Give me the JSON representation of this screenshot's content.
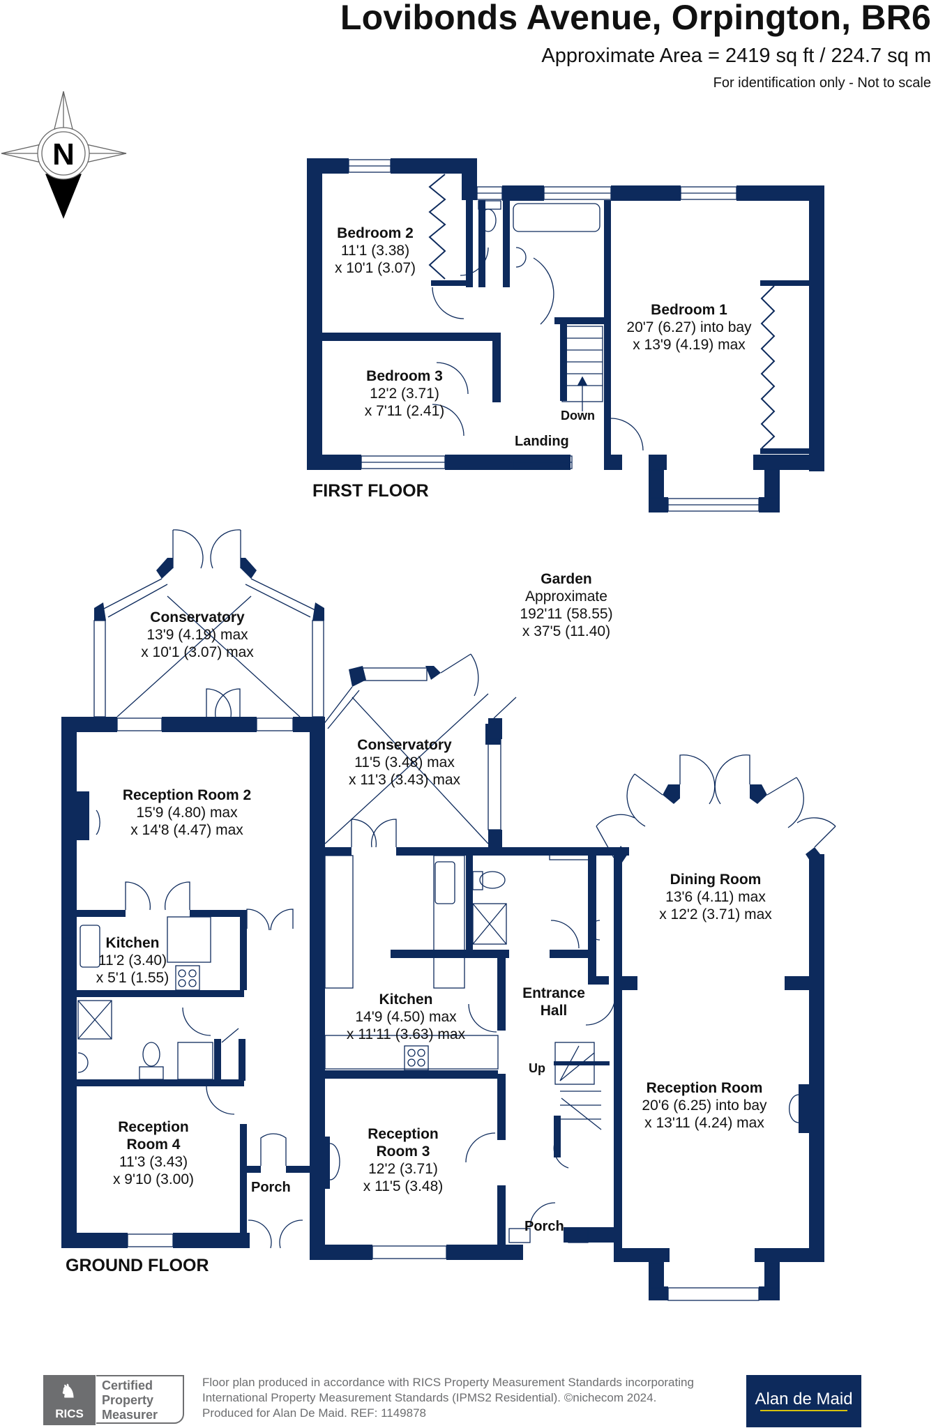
{
  "header": {
    "title": "Lovibonds Avenue, Orpington, BR6",
    "area": "Approximate Area = 2419 sq ft / 224.7 sq m",
    "note": "For identification only - Not to scale"
  },
  "compass": {
    "letter": "N",
    "icon": "north-arrow-compass"
  },
  "colors": {
    "wall": "#0d2a5c",
    "footer_grey": "#6d6e70",
    "brand_bg": "#0d2a5c",
    "brand_underline": "#d7c20e"
  },
  "first_floor": {
    "label": "FIRST FLOOR",
    "rooms": [
      {
        "name": "Bedroom 2",
        "dims": [
          "11'1 (3.38)",
          "x 10'1 (3.07)"
        ]
      },
      {
        "name": "Bedroom 3",
        "dims": [
          "12'2 (3.71)",
          "x 7'11 (2.41)"
        ]
      },
      {
        "name": "Bedroom 1",
        "dims": [
          "20'7 (6.27) into bay",
          "x 13'9 (4.19) max"
        ]
      }
    ],
    "tags": {
      "landing": "Landing",
      "down": "Down"
    }
  },
  "garden": {
    "name": "Garden",
    "dims": [
      "Approximate",
      "192'11 (58.55)",
      "x 37'5 (11.40)"
    ]
  },
  "ground_floor": {
    "label": "GROUND FLOOR",
    "rooms": [
      {
        "name": "Conservatory",
        "dims": [
          "13'9 (4.19) max",
          "x 10'1 (3.07) max"
        ]
      },
      {
        "name": "Reception Room 2",
        "dims": [
          "15'9 (4.80) max",
          "x 14'8 (4.47) max"
        ]
      },
      {
        "name": "Conservatory",
        "dims": [
          "11'5 (3.48) max",
          "x 11'3 (3.43) max"
        ]
      },
      {
        "name": "Dining Room",
        "dims": [
          "13'6 (4.11) max",
          "x 12'2 (3.71) max"
        ]
      },
      {
        "name": "Kitchen",
        "dims": [
          "11'2 (3.40)",
          "x 5'1 (1.55)"
        ]
      },
      {
        "name": "Kitchen",
        "dims": [
          "14'9 (4.50) max",
          "x 11'11 (3.63) max"
        ]
      },
      {
        "name": "Entrance Hall",
        "dims": []
      },
      {
        "name": "Reception Room",
        "dims": [
          "20'6 (6.25) into bay",
          "x 13'11 (4.24) max"
        ]
      },
      {
        "name": "Reception Room 4",
        "dims": [
          "11'3 (3.43)",
          "x 9'10 (3.00)"
        ]
      },
      {
        "name": "Reception Room 3",
        "dims": [
          "12'2 (3.71)",
          "x 11'5 (3.48)"
        ]
      }
    ],
    "tags": {
      "porch_left": "Porch",
      "porch_right": "Porch",
      "up": "Up"
    }
  },
  "footer": {
    "rics_word": "RICS",
    "certified": [
      "Certified",
      "Property",
      "Measurer"
    ],
    "lines": [
      "Floor plan produced in accordance with RICS Property Measurement Standards incorporating",
      "International Property Measurement Standards (IPMS2 Residential).   ©nichecom 2024.",
      "Produced for Alan De Maid.   REF: 1149878"
    ],
    "brand": "Alan de Maid"
  }
}
